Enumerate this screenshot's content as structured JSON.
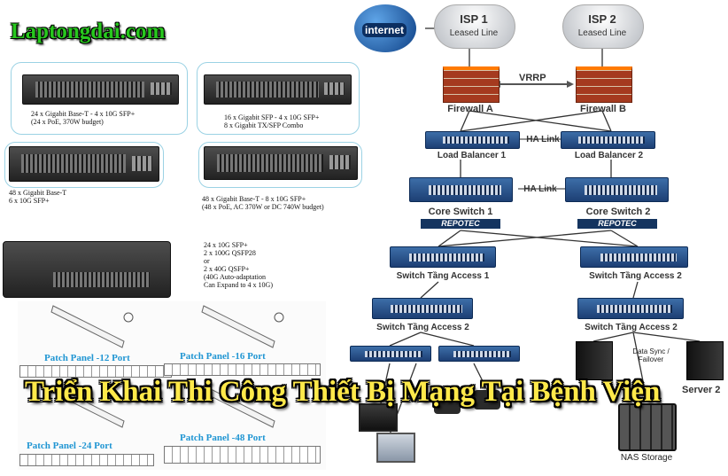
{
  "brand": "Laptongdai.com",
  "banner_title": "Triển Khai Thi Công Thiết Bị Mạng Tại Bệnh Viện",
  "products": [
    {
      "caption": "24 x Gigabit Base-T - 4 x 10G SFP+\n(24 x PoE, 370W budget)"
    },
    {
      "caption": "16 x Gigabit SFP - 4 x 10G SFP+\n8 x Gigabit TX/SFP Combo"
    },
    {
      "caption": "48 x Gigabit Base-T\n6 x 10G SFP+"
    },
    {
      "caption": "48 x Gigabit Base-T - 8 x 10G SFP+\n(48 x PoE, AC 370W or DC 740W budget)"
    },
    {
      "caption": "24 x 10G SFP+\n2 x 100G QSFP28\nor\n2 x 40G QSFP+\n(40G Auto-adaptation\nCan Expand to 4 x 10G)"
    }
  ],
  "patch_panels": [
    "Patch Panel -12 Port",
    "Patch Panel -16 Port",
    "Patch Panel -24 Port",
    "Patch Panel -48 Port"
  ],
  "diagram": {
    "internet": "internet",
    "isp1_line1": "ISP 1",
    "isp1_line2": "Leased Line",
    "isp2_line1": "ISP 2",
    "isp2_line2": "Leased Line",
    "vrrp": "VRRP",
    "firewall_a": "Firewall A",
    "firewall_b": "Firewall B",
    "ha_link_1": "HA Link",
    "ha_link_2": "HA Link",
    "lb1": "Load Balancer 1",
    "lb2": "Load Balancer 2",
    "core1": "Core Switch 1",
    "core2": "Core Switch 2",
    "repotec": "REPOTEC",
    "access_1": "Switch Tầng Access 1",
    "access_2a": "Switch Tầng Access 2",
    "access_2b": "Switch Tầng Access 2",
    "access_2c": "Switch Tầng Access 2",
    "data_sync": "Data Sync /\nFailover",
    "server2": "Server 2",
    "nas": "NAS Storage"
  }
}
